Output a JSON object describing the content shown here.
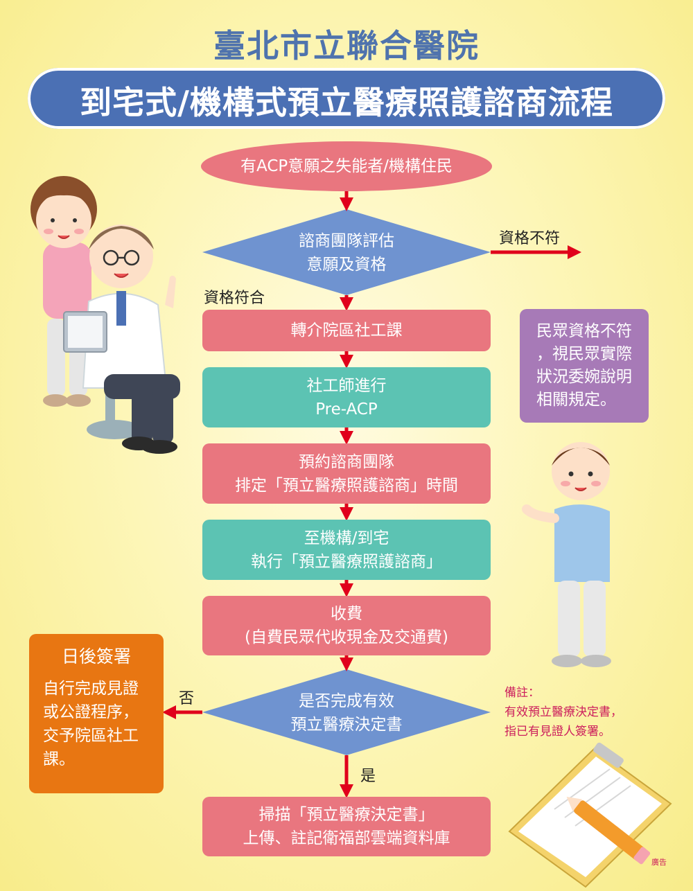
{
  "header": {
    "hospital": "臺北市立聯合醫院",
    "title": "到宅式/機構式預立醫療照護諮商流程"
  },
  "flow": {
    "start": "有ACP意願之失能者/機構住民",
    "decision1": [
      "諮商團隊評估",
      "意願及資格"
    ],
    "eligible": "資格符合",
    "ineligible": "資格不符",
    "referral": "轉介院區社工課",
    "social_worker": [
      "社工師進行",
      "Pre-ACP"
    ],
    "schedule": [
      "預約諮商團隊",
      "排定「預立醫療照護諮商」時間"
    ],
    "execute": [
      "至機構/到宅",
      "執行「預立醫療照護諮商」"
    ],
    "fee": [
      "收費",
      "(自費民眾代收現金及交通費)"
    ],
    "decision2": [
      "是否完成有效",
      "預立醫療決定書"
    ],
    "no": "否",
    "yes": "是",
    "upload": [
      "掃描「預立醫療決定書」",
      "上傳、註記衛福部雲端資料庫"
    ]
  },
  "ineligible_box": "民眾資格不符\n，視民眾實際\n狀況委婉說明\n相關規定。",
  "later_sign": {
    "title": "日後簽署",
    "body": "自行完成見證\n或公證程序，\n交予院區社工\n課。"
  },
  "remark": {
    "label": "備註：",
    "lines": [
      "有效預立醫療決定書，",
      "指已有見證人簽署。"
    ]
  },
  "ad_mark": "廣告",
  "colors": {
    "title_blue": "#4b70b4",
    "pink": "#e9767f",
    "teal": "#5cc3b3",
    "diamond_blue": "#6f93d0",
    "purple": "#a77ab7",
    "orange": "#e87612",
    "arrow_red": "#e0001b",
    "remark_red": "#cc1f5d"
  }
}
